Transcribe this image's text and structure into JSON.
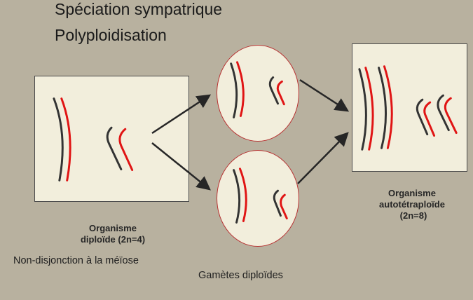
{
  "title": {
    "line1": "Spéciation sympatrique",
    "line2": "Polyploidisation"
  },
  "labels": {
    "diploid_line1": "Organisme",
    "diploid_line2": "diploïde (2n=4)",
    "autotetraploid_line1": "Organisme",
    "autotetraploid_line2": "autotétraploïde",
    "autotetraploid_line3": "(2n=8)",
    "non_disjunction": "Non-disjonction à la méïose",
    "gametes": "Gamètes diploïdes"
  },
  "colors": {
    "background": "#b8b19f",
    "panel": "#f2eedc",
    "chromosome_dark": "#333333",
    "chromosome_red": "#e01414",
    "gamete_border": "#b83333"
  }
}
